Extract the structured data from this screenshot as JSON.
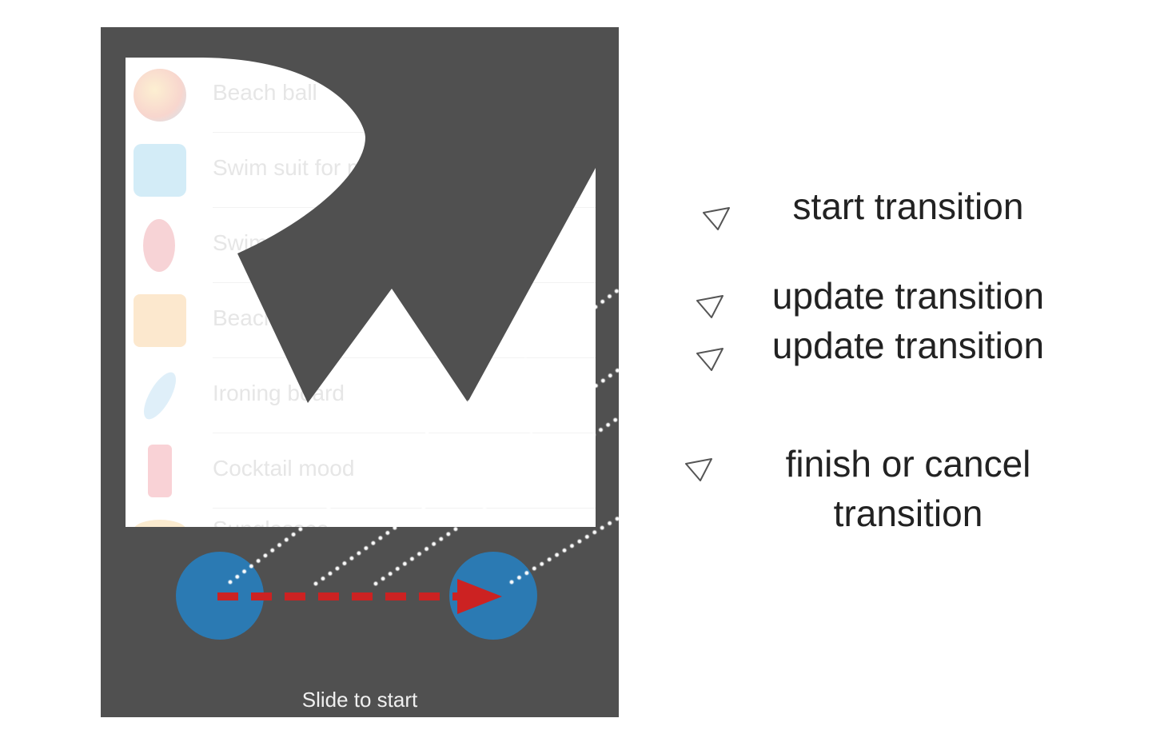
{
  "list_items": [
    {
      "label": "Beach ball",
      "icon": "beach-ball-icon"
    },
    {
      "label": "Swim suit for men",
      "icon": "swim-trunks-icon"
    },
    {
      "label": "Swim suit for women",
      "icon": "bikini-icon"
    },
    {
      "label": "Beach bucket",
      "icon": "bucket-icon"
    },
    {
      "label": "Ironing board",
      "icon": "surfboard-icon"
    },
    {
      "label": "Cocktail mood",
      "icon": "cocktail-icon"
    },
    {
      "label": "Sunglasses",
      "icon": "sunglasses-icon"
    }
  ],
  "slider": {
    "label": "Slide to start",
    "knob_color": "#2b7ab3",
    "arrow_color": "#cc2222"
  },
  "steps": [
    {
      "label": "start transition"
    },
    {
      "label": "update transition"
    },
    {
      "label": "update transition"
    },
    {
      "label_lines": [
        "finish or cancel",
        "transition"
      ]
    }
  ],
  "colors": {
    "phone_background": "#505050",
    "panel_background": "#ffffff",
    "logo_color": "#505050",
    "callout_dots": "#ffffff"
  }
}
